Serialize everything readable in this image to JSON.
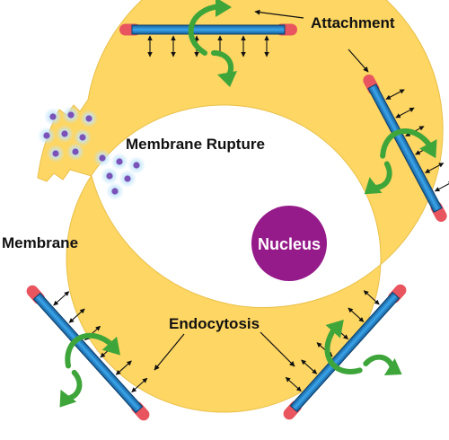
{
  "labels": {
    "attachment": "Attachment",
    "membrane_rupture": "Membrane Rupture",
    "membrane": "Membrane",
    "nucleus": "Nucleus",
    "endocytosis": "Endocytosis"
  },
  "colors": {
    "membrane_fill": "#FDD663",
    "membrane_edge": "#E9C04A",
    "tube_body": "#2B8FD8",
    "tube_cap": "#E8555F",
    "rotation_arrow": "#3EA53A",
    "nucleus": "#951A8A",
    "particle_core": "#7A52B8",
    "particle_glow": "#BFE3FA"
  },
  "icons": {
    "rotation": "curved-arrow-icon",
    "binding": "double-arrow-icon",
    "particle": "nanoparticle-icon"
  }
}
